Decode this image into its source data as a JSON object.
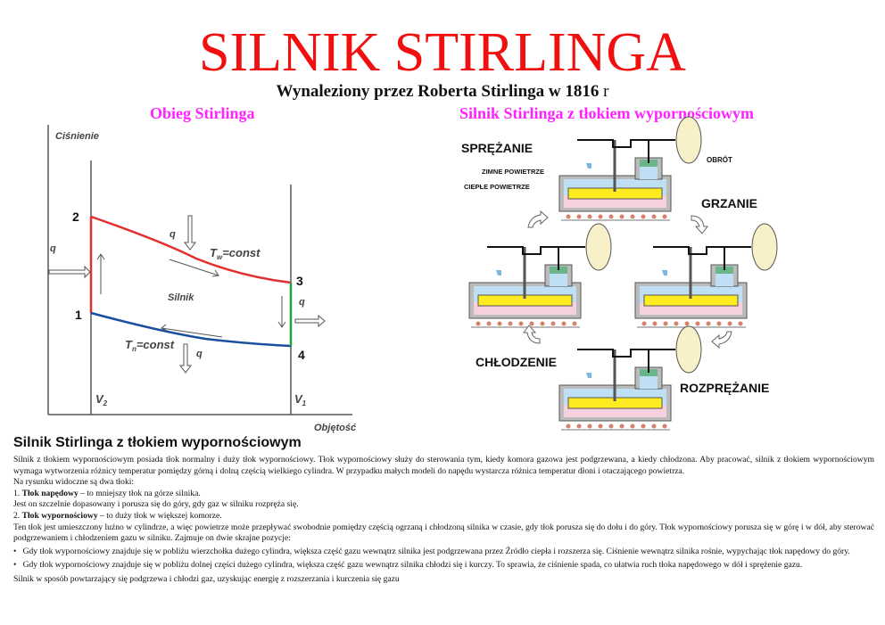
{
  "title": "SILNIK STIRLINGA",
  "subtitle": {
    "text": "Wynaleziony przez Roberta Stirlinga w 1816",
    "suffix": "r"
  },
  "left_heading": "Obieg Stirlinga",
  "right_heading": "Silnik Stirlinga z tłokiem wypornościowym",
  "pv_diagram": {
    "y_axis": "Ciśnienie",
    "x_axis": "Objętość",
    "points": [
      "1",
      "2",
      "3",
      "4"
    ],
    "q": "q",
    "tw": "T",
    "tw_sub": "w",
    "tw_rest": "=const",
    "tn": "T",
    "tn_sub": "n",
    "tn_rest": "=const",
    "center": "Silnik",
    "v2": "V",
    "v2_sub": "2",
    "v1": "V",
    "v1_sub": "1",
    "colors": {
      "heating": "#e03030",
      "cooling": "#1a4fa0",
      "isochoric": "#20a040"
    }
  },
  "engine_diagram": {
    "sprezanie": "SPRĘŻANIE",
    "obrot": "OBRÓT",
    "zimne": "ZIMNE POWIETRZE",
    "cieple": "CIEPŁE POWIETRZE",
    "grzanie": "GRZANIE",
    "chlodzenie": "CHŁODZENIE",
    "rozprezanie": "ROZPRĘŻANIE"
  },
  "section": {
    "heading": "Silnik Stirlinga z tłokiem wypornościowym",
    "p1": "Silnik z tłokiem wypornościowym posiada tłok normalny i duży tłok wypornościowy. Tłok wypornościowy służy do sterowania tym, kiedy komora gazowa jest podgrzewana, a kiedy chłodzona. Aby pracować, silnik z tłokiem wypornościowym wymaga wytworzenia różnicy temperatur pomiędzy górną i dolną częścią wielkiego cylindra. W przypadku małych modeli do napędu wystarcza różnica temperatur dłoni i otaczającego powietrza.",
    "p2": "Na rysunku widoczne są dwa tłoki:",
    "item1_num": "1. ",
    "item1_bold": "Tłok napędowy",
    "item1_rest": " – to mniejszy tłok na górze silnika.",
    "p3": "Jest on szczelnie dopasowany i porusza się do góry, gdy gaz w silniku rozpręża się.",
    "item2_num": "2. ",
    "item2_bold": "Tłok wypornościowy",
    "item2_rest": " – to duży tłok w większej komorze.",
    "p4": "Ten tłok jest umieszczony luźno w cylindrze, a więc powietrze może przepływać swobodnie pomiędzy częścią ogrzaną i chłodzoną silnika w czasie, gdy tłok porusza się do dołu i do góry. Tłok wypornościowy porusza się w górę i w dół, aby sterować podgrzewaniem i chłodzeniem gazu w silniku. Zajmuje on dwie skrajne pozycje:",
    "bullet1": "Gdy tłok wypornościowy znajduje się w pobliżu wierzchołka dużego cylindra, większa część gazu wewnątrz silnika jest podgrzewana przez Źródło ciepła i rozszerza się. Ciśnienie wewnątrz silnika rośnie, wypychając tłok napędowy do góry.",
    "bullet2": "Gdy tłok wypornościowy znajduje się w pobliżu dolnej części dużego cylindra, większa część gazu wewnątrz silnika chłodzi się i kurczy. To sprawia, że ciśnienie spada, co ułatwia ruch tłoka napędowego w dół i sprężenie gazu.",
    "p5": "Silnik w sposób powtarzający się podgrzewa i chłodzi gaz, uzyskując energię z rozszerzania i kurczenia się gazu"
  }
}
